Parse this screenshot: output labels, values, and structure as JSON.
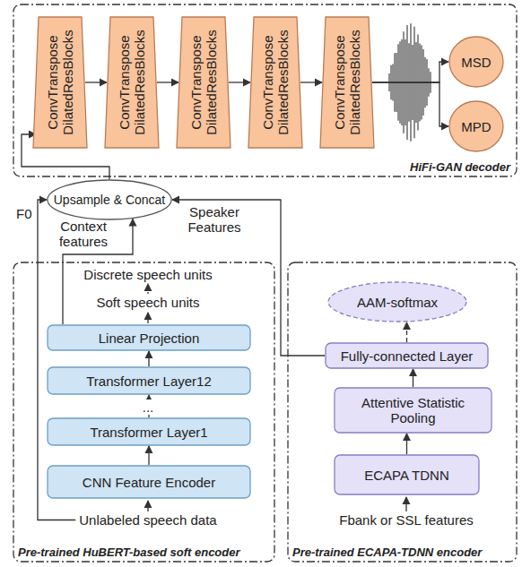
{
  "diagram": {
    "nodes": [
      {
        "text": [
          "HiFi-GAN decoder"
        ]
      },
      {
        "text": [
          "ConvTranspose DilatedResBlocks"
        ],
        "in": 0
      },
      {
        "text": [
          "ConvTranspose DilatedResBlocks"
        ],
        "in": 0
      },
      {
        "text": [
          "ConvTranspose DilatedResBlocks"
        ],
        "in": 0
      },
      {
        "text": [
          "ConvTranspose DilatedResBlocks"
        ],
        "in": 0
      },
      {
        "text": [
          "ConvTranspose DilatedResBlocks"
        ],
        "in": 0
      },
      {
        "text": [
          "MSD"
        ],
        "in": 0
      },
      {
        "text": [
          "MPD"
        ],
        "in": 0
      },
      {
        "text": [
          "Upsample & Concat"
        ]
      },
      {
        "text": [
          "Pre-trained HuBERT-based soft encoder"
        ]
      },
      {
        "text": [
          "Linear Projection"
        ],
        "in": 9
      },
      {
        "text": [
          "Transformer Layer12"
        ],
        "in": 9
      },
      {
        "text": [
          "Transformer Layer1"
        ],
        "in": 9
      },
      {
        "text": [
          "CNN Feature Encoder"
        ],
        "in": 9
      },
      {
        "text": [
          "Pre-trained ECAPA-TDNN encoder"
        ]
      },
      {
        "text": [
          "AAM-softmax"
        ],
        "in": 14
      },
      {
        "text": [
          "Fully-connected Layer"
        ],
        "in": 14
      },
      {
        "text": [
          "Attentive Statistic Pooling"
        ],
        "in": 14
      },
      {
        "text": [
          "ECAPA TDNN"
        ],
        "in": 14
      }
    ],
    "edges": [
      {
        "from": 8,
        "to": 1,
        "arrow": "to"
      },
      {
        "from": 1,
        "to": 2,
        "arrow": "to"
      },
      {
        "from": 2,
        "to": 3,
        "arrow": "to"
      },
      {
        "from": 3,
        "to": 4,
        "arrow": "to"
      },
      {
        "from": 4,
        "to": 5,
        "arrow": "to"
      },
      {
        "from": 5,
        "to": 6,
        "arrow": "to"
      },
      {
        "from": 5,
        "to": 7,
        "arrow": "to"
      },
      {
        "from": 13,
        "to": 12,
        "arrow": "to"
      },
      {
        "from": 12,
        "to": 11,
        "arrow": "to"
      },
      {
        "from": 11,
        "to": 10,
        "arrow": "to"
      },
      {
        "from": 10,
        "to": 8,
        "label": "Context features",
        "arrow": "to"
      },
      {
        "from": 18,
        "to": 17,
        "arrow": "to"
      },
      {
        "from": 17,
        "to": 16,
        "arrow": "to"
      },
      {
        "from": 16,
        "to": 15,
        "arrow": "to"
      },
      {
        "from": 16,
        "to": 8,
        "label": "Speaker Features",
        "arrow": "to"
      }
    ],
    "labels": [
      "F0",
      "Discrete speech units",
      "Soft speech units",
      "...",
      "Unlabeled speech data",
      "Fbank or SSL features"
    ]
  }
}
